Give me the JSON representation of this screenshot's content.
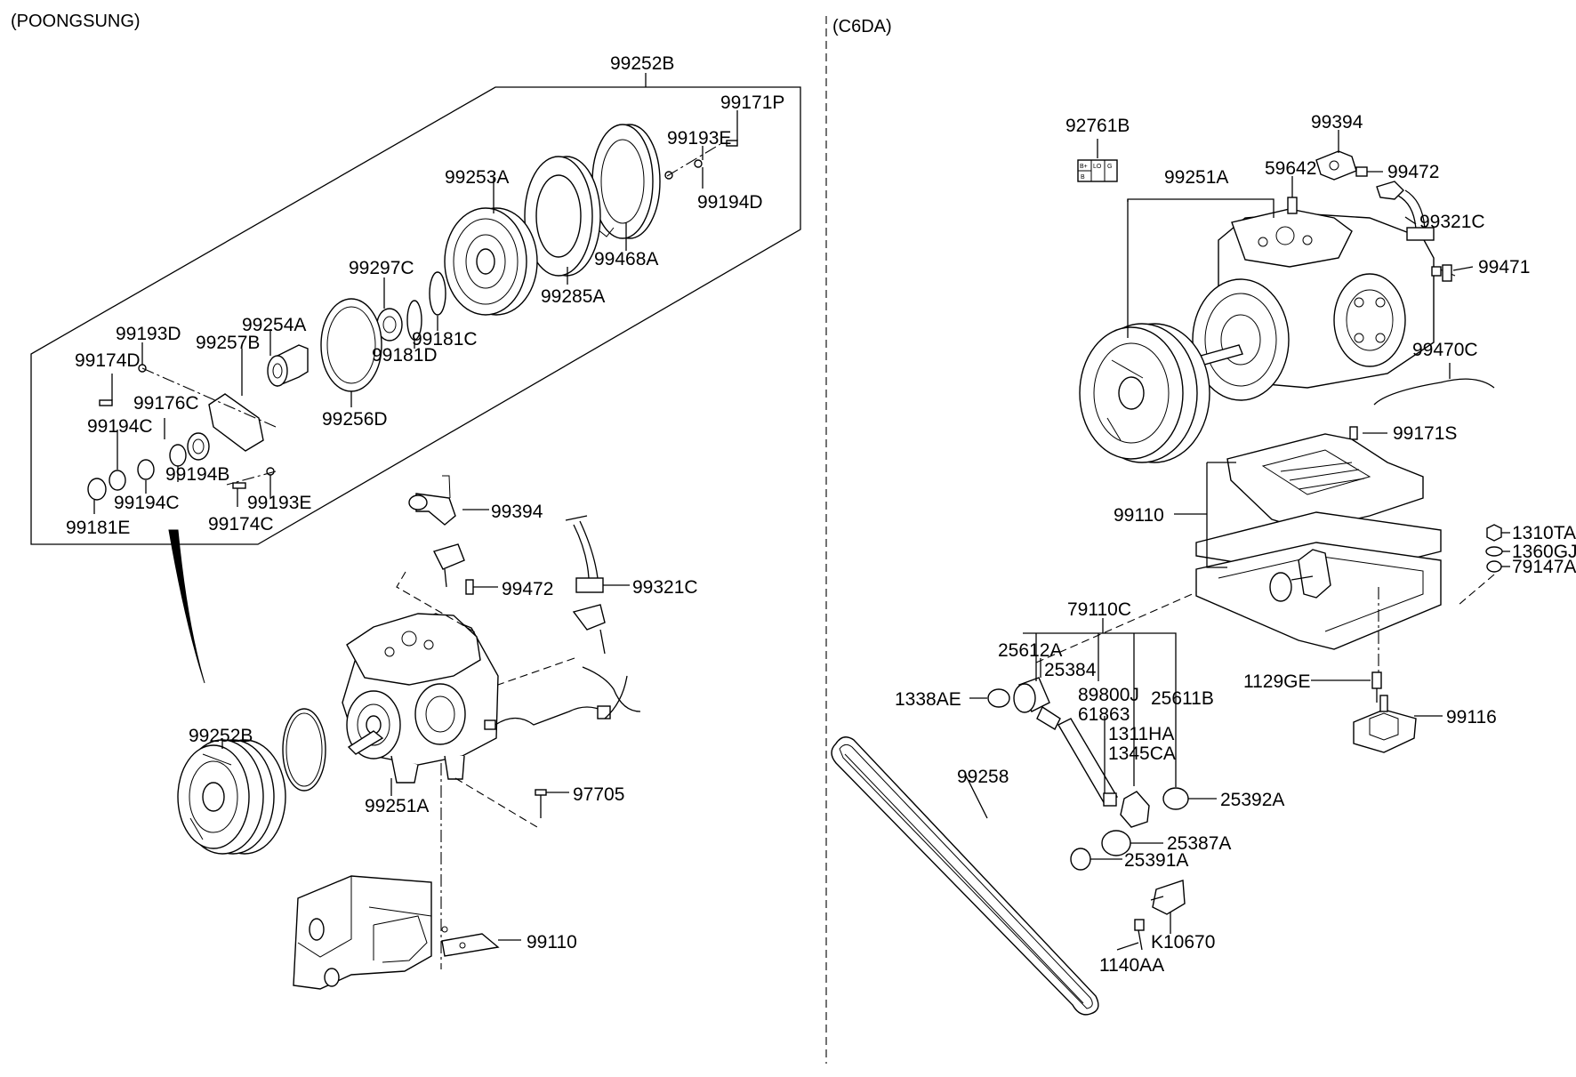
{
  "sections": {
    "left": "(POONGSUNG)",
    "right": "(C6DA)"
  },
  "left_labels": {
    "kit_top": "99252B",
    "p99171P": "99171P",
    "p99193E_top": "99193E",
    "p99194D": "99194D",
    "p99253A": "99253A",
    "p99468A": "99468A",
    "p99285A": "99285A",
    "p99297C": "99297C",
    "p99181C": "99181C",
    "p99181D": "99181D",
    "p99256D": "99256D",
    "p99254A": "99254A",
    "p99193D": "99193D",
    "p99257B": "99257B",
    "p99174D": "99174D",
    "p99176C": "99176C",
    "p99194C_a": "99194C",
    "p99194B": "99194B",
    "p99194C_b": "99194C",
    "p99193E_bot": "99193E",
    "p99181E": "99181E",
    "p99174C": "99174C",
    "p99394": "99394",
    "p99472": "99472",
    "p99321C": "99321C",
    "kit_clutch": "99252B",
    "p99251A": "99251A",
    "p97705": "97705",
    "p99110": "99110"
  },
  "right_labels": {
    "p92761B": "92761B",
    "p99394": "99394",
    "p59642": "59642",
    "p99472": "99472",
    "p99251A": "99251A",
    "p99321C": "99321C",
    "p99471": "99471",
    "p99470C": "99470C",
    "p99171S": "99171S",
    "p99110": "99110",
    "p1310TA": "1310TA",
    "p1360GJ": "1360GJ",
    "p79147A": "79147A",
    "p79110C": "79110C",
    "p25612A": "25612A",
    "p25384": "25384",
    "p1338AE": "1338AE",
    "p89800J": "89800J",
    "p61863": "61863",
    "p25611B": "25611B",
    "p1311HA": "1311HA",
    "p1345CA": "1345CA",
    "p1129GE": "1129GE",
    "p99116": "99116",
    "p99258": "99258",
    "p25392A": "25392A",
    "p25387A": "25387A",
    "p25391A": "25391A",
    "pK10670": "K10670",
    "p1140AA": "1140AA"
  },
  "connector_letters": [
    "B+",
    "LO",
    "G",
    "B"
  ]
}
